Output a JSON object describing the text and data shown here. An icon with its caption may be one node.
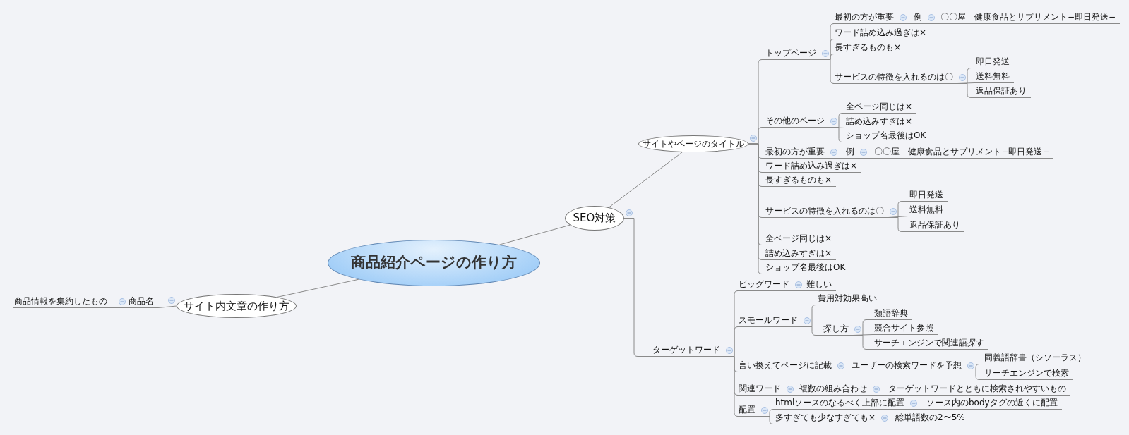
{
  "diagram": {
    "nodes": [
      {
        "text": [
          "商品紹介ページの作り方"
        ]
      },
      {
        "text": [
          "SEO対策"
        ]
      },
      {
        "text": [
          "サイトやページのタイトル"
        ]
      },
      {
        "text": [
          "トップページ"
        ]
      },
      {
        "text": [
          "最初の方が重要"
        ]
      },
      {
        "text": [
          "例"
        ]
      },
      {
        "text": [
          "〇〇屋　健康食品とサプリメント−即日発送−"
        ]
      },
      {
        "text": [
          "ワード詰め込み過ぎは×"
        ]
      },
      {
        "text": [
          "長すぎるものも×"
        ]
      },
      {
        "text": [
          "サービスの特徴を入れるのは〇"
        ]
      },
      {
        "text": [
          "即日発送"
        ]
      },
      {
        "text": [
          "送料無料"
        ]
      },
      {
        "text": [
          "返品保証あり"
        ]
      },
      {
        "text": [
          "その他のページ"
        ]
      },
      {
        "text": [
          "全ページ同じは×"
        ]
      },
      {
        "text": [
          "詰め込みすぎは×"
        ]
      },
      {
        "text": [
          "ショップ名最後はOK"
        ]
      },
      {
        "text": [
          "最初の方が重要"
        ]
      },
      {
        "text": [
          "例"
        ]
      },
      {
        "text": [
          "〇〇屋　健康食品とサプリメント−即日発送−"
        ]
      },
      {
        "text": [
          "ワード詰め込み過ぎは×"
        ]
      },
      {
        "text": [
          "長すぎるものも×"
        ]
      },
      {
        "text": [
          "サービスの特徴を入れるのは〇"
        ]
      },
      {
        "text": [
          "即日発送"
        ]
      },
      {
        "text": [
          "送料無料"
        ]
      },
      {
        "text": [
          "返品保証あり"
        ]
      },
      {
        "text": [
          "全ページ同じは×"
        ]
      },
      {
        "text": [
          "詰め込みすぎは×"
        ]
      },
      {
        "text": [
          "ショップ名最後はOK"
        ]
      },
      {
        "text": [
          "ターゲットワード"
        ]
      },
      {
        "text": [
          "ビッグワード"
        ]
      },
      {
        "text": [
          "難しい"
        ]
      },
      {
        "text": [
          "スモールワード"
        ]
      },
      {
        "text": [
          "費用対効果高い"
        ]
      },
      {
        "text": [
          "探し方"
        ]
      },
      {
        "text": [
          "類語辞典"
        ]
      },
      {
        "text": [
          "競合サイト参照"
        ]
      },
      {
        "text": [
          "サーチエンジンで関連語探す"
        ]
      },
      {
        "text": [
          "言い換えてページに記載"
        ]
      },
      {
        "text": [
          "ユーザーの検索ワードを予想"
        ]
      },
      {
        "text": [
          "同義語辞書（シソーラス）"
        ]
      },
      {
        "text": [
          "サーチエンジンで検索"
        ]
      },
      {
        "text": [
          "関連ワード"
        ]
      },
      {
        "text": [
          "複数の組み合わせ"
        ]
      },
      {
        "text": [
          "ターゲットワードとともに検索されやすいもの"
        ]
      },
      {
        "text": [
          "配置"
        ]
      },
      {
        "text": [
          "htmlソースのなるべく上部に配置"
        ]
      },
      {
        "text": [
          "ソース内のbodyタグの近くに配置"
        ]
      },
      {
        "text": [
          "多すぎても少なすぎても×"
        ]
      },
      {
        "text": [
          "総単語数の2〜5%"
        ]
      },
      {
        "text": [
          "サイト内文章の作り方"
        ]
      },
      {
        "text": [
          "商品名"
        ]
      },
      {
        "text": [
          "商品情報を集約したもの"
        ]
      }
    ],
    "edges": [
      {
        "from": 0,
        "to": 1,
        "arrow": "none"
      },
      {
        "from": 1,
        "to": 2,
        "arrow": "none"
      },
      {
        "from": 2,
        "to": 3,
        "arrow": "none"
      },
      {
        "from": 3,
        "to": 4,
        "arrow": "none"
      },
      {
        "from": 4,
        "to": 5,
        "arrow": "none"
      },
      {
        "from": 5,
        "to": 6,
        "arrow": "none"
      },
      {
        "from": 3,
        "to": 7,
        "arrow": "none"
      },
      {
        "from": 3,
        "to": 8,
        "arrow": "none"
      },
      {
        "from": 3,
        "to": 9,
        "arrow": "none"
      },
      {
        "from": 9,
        "to": 10,
        "arrow": "none"
      },
      {
        "from": 9,
        "to": 11,
        "arrow": "none"
      },
      {
        "from": 9,
        "to": 12,
        "arrow": "none"
      },
      {
        "from": 2,
        "to": 13,
        "arrow": "none"
      },
      {
        "from": 13,
        "to": 14,
        "arrow": "none"
      },
      {
        "from": 13,
        "to": 15,
        "arrow": "none"
      },
      {
        "from": 13,
        "to": 16,
        "arrow": "none"
      },
      {
        "from": 2,
        "to": 17,
        "arrow": "none"
      },
      {
        "from": 17,
        "to": 18,
        "arrow": "none"
      },
      {
        "from": 18,
        "to": 19,
        "arrow": "none"
      },
      {
        "from": 2,
        "to": 20,
        "arrow": "none"
      },
      {
        "from": 2,
        "to": 21,
        "arrow": "none"
      },
      {
        "from": 2,
        "to": 22,
        "arrow": "none"
      },
      {
        "from": 22,
        "to": 23,
        "arrow": "none"
      },
      {
        "from": 22,
        "to": 24,
        "arrow": "none"
      },
      {
        "from": 22,
        "to": 25,
        "arrow": "none"
      },
      {
        "from": 2,
        "to": 26,
        "arrow": "none"
      },
      {
        "from": 2,
        "to": 27,
        "arrow": "none"
      },
      {
        "from": 2,
        "to": 28,
        "arrow": "none"
      },
      {
        "from": 1,
        "to": 29,
        "arrow": "none"
      },
      {
        "from": 29,
        "to": 30,
        "arrow": "none"
      },
      {
        "from": 30,
        "to": 31,
        "arrow": "none"
      },
      {
        "from": 29,
        "to": 32,
        "arrow": "none"
      },
      {
        "from": 32,
        "to": 33,
        "arrow": "none"
      },
      {
        "from": 32,
        "to": 34,
        "arrow": "none"
      },
      {
        "from": 34,
        "to": 35,
        "arrow": "none"
      },
      {
        "from": 34,
        "to": 36,
        "arrow": "none"
      },
      {
        "from": 34,
        "to": 37,
        "arrow": "none"
      },
      {
        "from": 29,
        "to": 38,
        "arrow": "none"
      },
      {
        "from": 38,
        "to": 39,
        "arrow": "none"
      },
      {
        "from": 39,
        "to": 40,
        "arrow": "none"
      },
      {
        "from": 39,
        "to": 41,
        "arrow": "none"
      },
      {
        "from": 29,
        "to": 42,
        "arrow": "none"
      },
      {
        "from": 42,
        "to": 43,
        "arrow": "none"
      },
      {
        "from": 43,
        "to": 44,
        "arrow": "none"
      },
      {
        "from": 29,
        "to": 45,
        "arrow": "none"
      },
      {
        "from": 45,
        "to": 46,
        "arrow": "none"
      },
      {
        "from": 46,
        "to": 47,
        "arrow": "none"
      },
      {
        "from": 45,
        "to": 48,
        "arrow": "none"
      },
      {
        "from": 48,
        "to": 49,
        "arrow": "none"
      },
      {
        "from": 0,
        "to": 50,
        "arrow": "none"
      },
      {
        "from": 50,
        "to": 51,
        "arrow": "none"
      },
      {
        "from": 51,
        "to": 52,
        "arrow": "none"
      }
    ]
  }
}
